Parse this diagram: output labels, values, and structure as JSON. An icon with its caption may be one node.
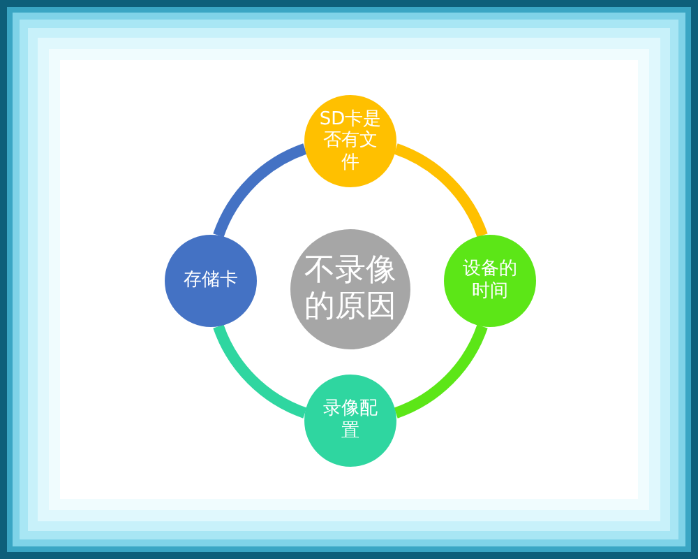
{
  "diagram": {
    "nodes": [
      {
        "text": [
          "SD卡是否有文件"
        ]
      },
      {
        "text": [
          "存储卡"
        ]
      },
      {
        "text": [
          "不录像的原因"
        ]
      },
      {
        "text": [
          "设备的时间"
        ]
      },
      {
        "text": [
          "录像配置"
        ]
      }
    ],
    "edges": [
      {
        "from": 0,
        "to": 3,
        "arrow": "none",
        "color": "#ffc000"
      },
      {
        "from": 3,
        "to": 4,
        "arrow": "none",
        "color": "#5ce617"
      },
      {
        "from": 4,
        "to": 1,
        "arrow": "none",
        "color": "#2fd6a0"
      },
      {
        "from": 1,
        "to": 0,
        "arrow": "none",
        "color": "#4472c4"
      }
    ]
  }
}
